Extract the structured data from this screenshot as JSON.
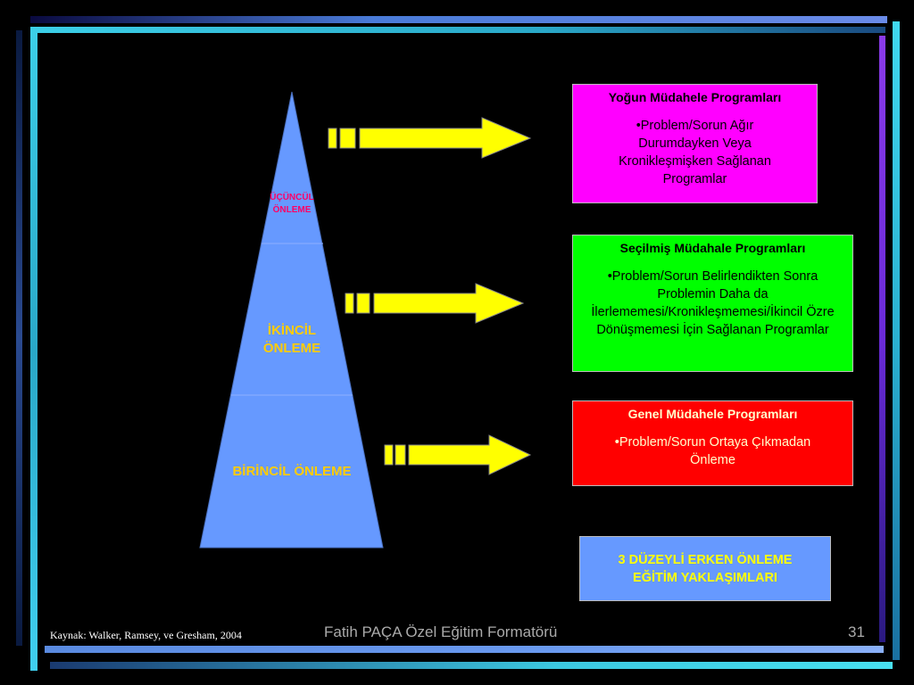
{
  "pyramid": {
    "top_label": "ÜÇÜNCÜL ÖNLEME",
    "middle_label": "İKİNCİL ÖNLEME",
    "bottom_label": "BİRİNCİL ÖNLEME"
  },
  "boxes": [
    {
      "title": "Yoğun Müdahele Programları",
      "text": "•Problem/Sorun Ağır Durumdayken Veya Kronikleşmişken Sağlanan Programlar",
      "color": "#ff00ff"
    },
    {
      "title": "Seçilmiş Müdahale Programları",
      "text": "•Problem/Sorun Belirlendikten Sonra Problemin Daha da İlerlememesi/Kronikleşmemesi/İkincil Özre Dönüşmemesi İçin Sağlanan Programlar",
      "color": "#00ff00"
    },
    {
      "title": "Genel Müdahele Programları",
      "text": "•Problem/Sorun Ortaya Çıkmadan Önleme",
      "color": "#ff0000"
    }
  ],
  "summary_box": {
    "text": "3 DÜZEYLİ ERKEN ÖNLEME EĞİTİM YAKLAŞIMLARI",
    "color": "#6699ff"
  },
  "footer": {
    "source": "Kaynak: Walker, Ramsey, ve Gresham, 2004",
    "center": "Fatih PAÇA Özel Eğitim Formatörü",
    "page": "31"
  },
  "colors": {
    "pyramid": "#6699ff",
    "arrow": "#ffff00",
    "title_pink": "#ff0066",
    "label_orange": "#ffcc00"
  }
}
